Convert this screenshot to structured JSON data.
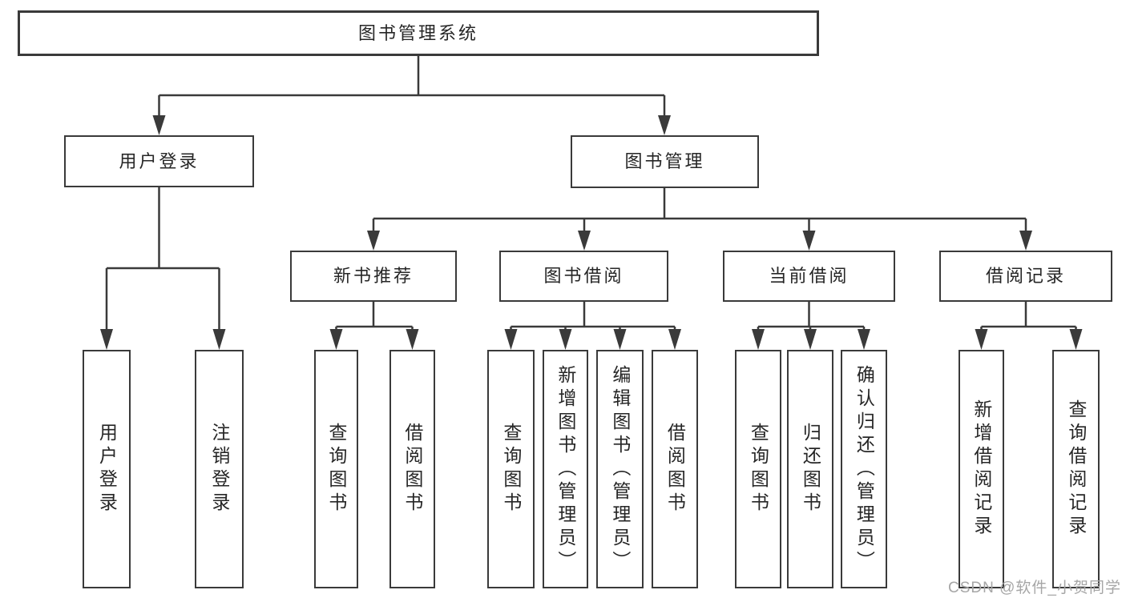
{
  "tree": {
    "root": {
      "label": "图书管理系统",
      "children": [
        {
          "label": "用户登录",
          "children": [
            {
              "label": "用户登录"
            },
            {
              "label": "注销登录"
            }
          ]
        },
        {
          "label": "图书管理",
          "children": [
            {
              "label": "新书推荐",
              "children": [
                {
                  "label": "查询图书"
                },
                {
                  "label": "借阅图书"
                }
              ]
            },
            {
              "label": "图书借阅",
              "children": [
                {
                  "label": "查询图书"
                },
                {
                  "label": "新增图书（管理员）"
                },
                {
                  "label": "编辑图书（管理员）"
                },
                {
                  "label": "借阅图书"
                }
              ]
            },
            {
              "label": "当前借阅",
              "children": [
                {
                  "label": "查询图书"
                },
                {
                  "label": "归还图书"
                },
                {
                  "label": "确认归还（管理员）"
                }
              ]
            },
            {
              "label": "借阅记录",
              "children": [
                {
                  "label": "新增借阅记录"
                },
                {
                  "label": "查询借阅记录"
                }
              ]
            }
          ]
        }
      ]
    }
  },
  "watermark": {
    "text": "CSDN @软件_小贺同学"
  },
  "colors": {
    "line": "#3a3a3a",
    "text": "#262626",
    "watermark": "#a6a6a6",
    "bg": "#ffffff"
  }
}
